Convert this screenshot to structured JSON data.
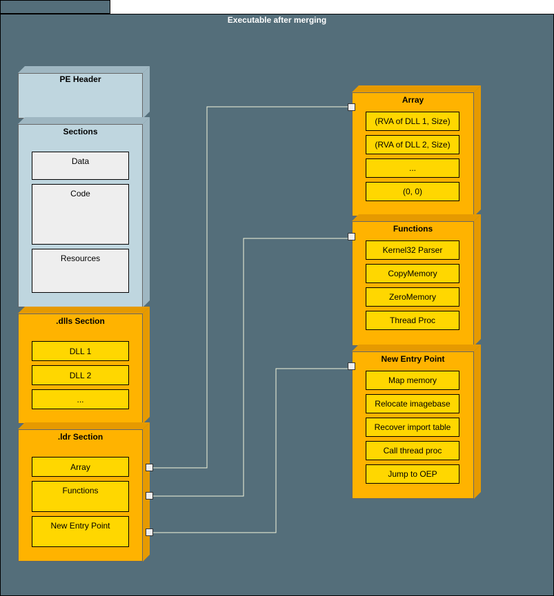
{
  "frame": {
    "title": "Executable after merging"
  },
  "colors": {
    "background": "#546e7a",
    "pe_block": "#bfd6df",
    "orange_block": "#ffb300",
    "yellow_item": "#ffd700",
    "gray_item": "#eeeeee",
    "connector": "#f5f5dc"
  },
  "left": {
    "pe_header": {
      "title": "PE Header"
    },
    "sections": {
      "title": "Sections",
      "items": [
        "Data",
        "Code",
        "Resources"
      ]
    },
    "dlls_section": {
      "title": ".dlls Section",
      "items": [
        "DLL 1",
        "DLL 2",
        "..."
      ]
    },
    "ldr_section": {
      "title": ".ldr Section",
      "items": [
        "Array",
        "Functions",
        "New Entry Point"
      ]
    }
  },
  "right": {
    "array": {
      "title": "Array",
      "items": [
        "(RVA of DLL 1, Size)",
        "(RVA of DLL 2, Size)",
        "...",
        "(0, 0)"
      ]
    },
    "functions": {
      "title": "Functions",
      "items": [
        "Kernel32 Parser",
        "CopyMemory",
        "ZeroMemory",
        "Thread Proc"
      ]
    },
    "entry": {
      "title": "New Entry Point",
      "items": [
        "Map memory",
        "Relocate imagebase",
        "Recover import table",
        "Call thread proc",
        "Jump to OEP"
      ]
    }
  },
  "connections": [
    {
      "from": ".ldr Section / Array",
      "to": "Array"
    },
    {
      "from": ".ldr Section / Functions",
      "to": "Functions"
    },
    {
      "from": ".ldr Section / New Entry Point",
      "to": "New Entry Point"
    }
  ]
}
